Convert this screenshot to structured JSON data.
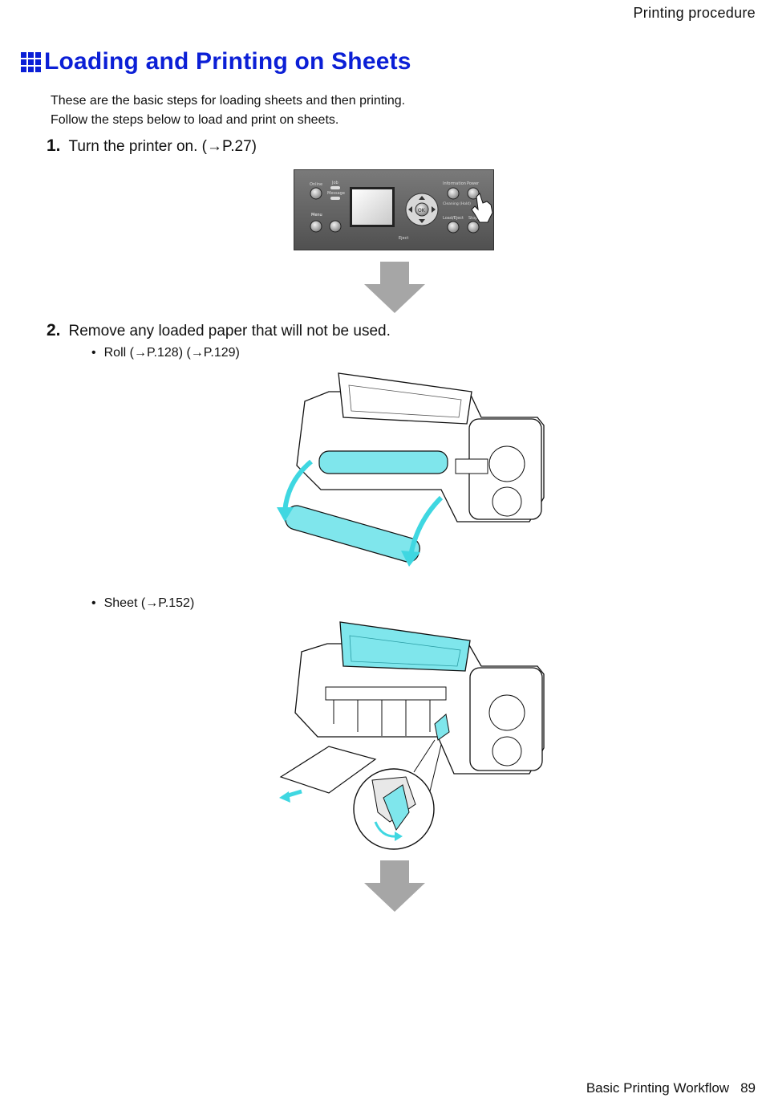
{
  "header": {
    "section": "Printing  procedure"
  },
  "title": {
    "text": "Loading and Printing on Sheets",
    "icon": "grid-icon"
  },
  "intro": {
    "line1": "These are the basic steps for loading sheets and then printing.",
    "line2": "Follow the steps below to load and print on sheets."
  },
  "steps": [
    {
      "number": "1.",
      "text": "Turn the printer on.  (→P.27)"
    },
    {
      "number": "2.",
      "text": "Remove any loaded paper that will not be used."
    }
  ],
  "bullets": [
    {
      "marker": "•",
      "text": "Roll (→P.128) (→P.129)"
    },
    {
      "marker": "•",
      "text": "Sheet (→P.152)"
    }
  ],
  "panel": {
    "labels": [
      "Online",
      "Job",
      "Message",
      "Menu",
      "Information",
      "Power",
      "Cleaning (Hold)",
      "Load/Eject",
      "Stop",
      "OK",
      "Eject"
    ]
  },
  "colors": {
    "title_blue": "#0b1fd6",
    "accent_cyan": "#7fe6ec",
    "arrow_gray": "#a6a6a6"
  },
  "footer": {
    "section": "Basic  Printing  Workflow",
    "page": "89"
  }
}
